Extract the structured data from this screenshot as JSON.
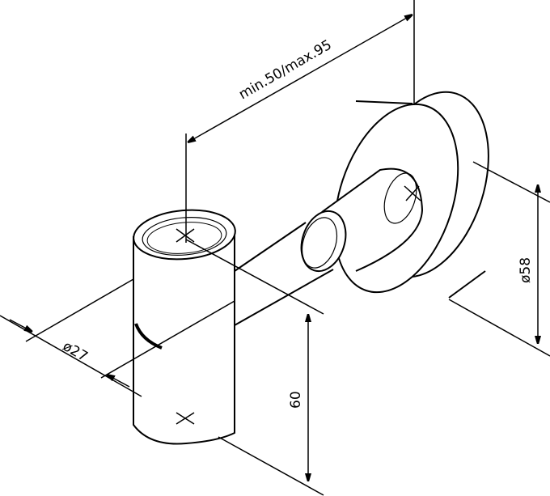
{
  "dimensions": {
    "depth": "min.50/max.95",
    "flange_diameter": "ø58",
    "height": "60",
    "body_diameter": "ø27"
  },
  "logo_text": "",
  "colors": {
    "line": "#000000",
    "background": "#ffffff"
  }
}
